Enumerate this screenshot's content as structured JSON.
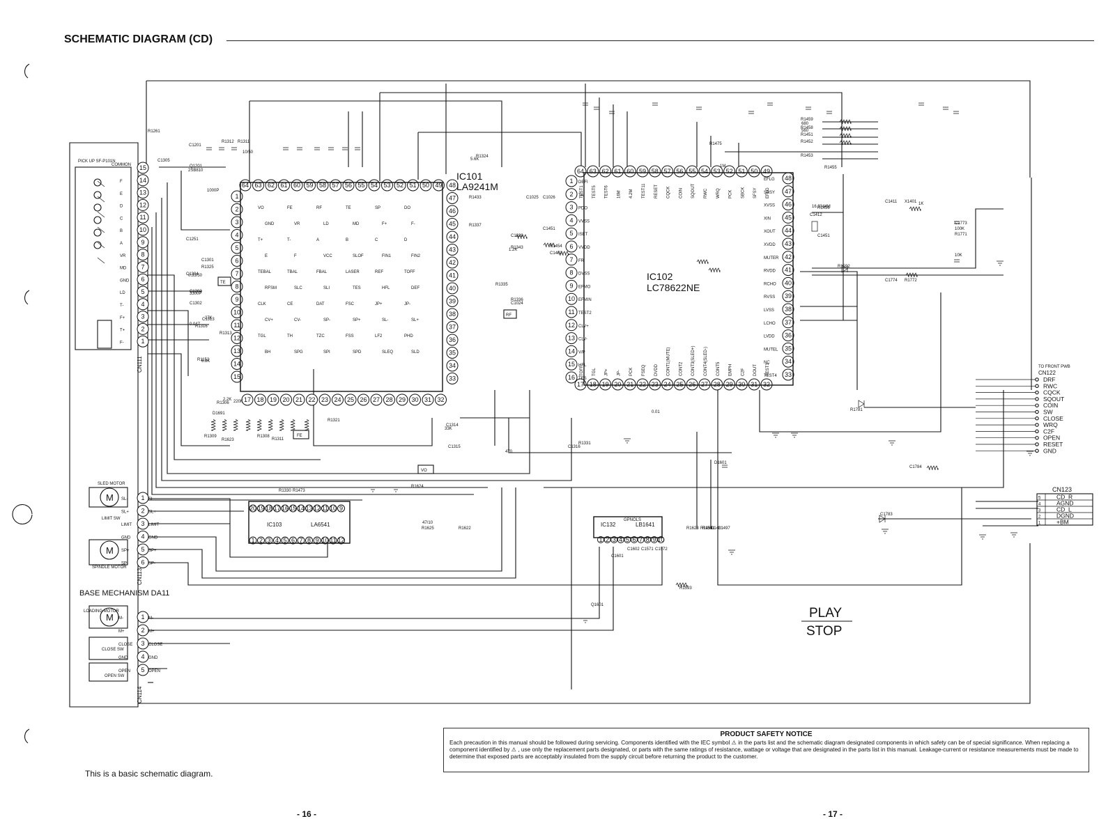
{
  "header": {
    "title": "SCHEMATIC DIAGRAM (CD)"
  },
  "ic101": {
    "ref": "IC101",
    "part": "LA9241M"
  },
  "ic102": {
    "ref": "IC102",
    "part": "LC78622NE"
  },
  "ic103": {
    "ref": "IC103",
    "part": "LA6541"
  },
  "ic132": {
    "ref": "IC132",
    "part": "LB1641",
    "note": "GPNOLS"
  },
  "pickup": {
    "label": "PICK UP SF-P101N",
    "common": "COMMON"
  },
  "cn111": {
    "ref": "CN111",
    "pins": [
      "15",
      "14",
      "13",
      "12",
      "11",
      "10",
      "9",
      "8",
      "7",
      "6",
      "5",
      "4",
      "3",
      "2",
      "1"
    ]
  },
  "cn113": {
    "ref": "CN113",
    "pins": [
      "1",
      "2",
      "3",
      "4",
      "5",
      "6"
    ],
    "labels": [
      "SL-",
      "SL+",
      "LIMIT",
      "GND",
      "SP+",
      "SP-"
    ]
  },
  "cn114": {
    "ref": "CN114",
    "pins": [
      "1",
      "2",
      "3",
      "4",
      "5"
    ],
    "labels": [
      "M-",
      "M+",
      "CLOSE",
      "GND",
      "OPEN"
    ]
  },
  "motors": {
    "sled": "SLED MOTOR",
    "limit": "LIMIT SW",
    "spindle": "SPINDLE MOTOR",
    "base": "BASE MECHANISM DA11",
    "loading": "LOADING MOTOR",
    "close_sw": "CLOSE SW",
    "open_sw": "OPEN SW"
  },
  "cn122": {
    "to": "TO FRONT PWB",
    "ref": "CN122",
    "pins": [
      "DRF",
      "RWC",
      "CQCK",
      "SQOUT",
      "COIN",
      "SW",
      "CLOSE",
      "WRQ",
      "C2F",
      "OPEN",
      "RESET",
      "GND"
    ]
  },
  "cn123": {
    "ref": "CN123",
    "rows": [
      {
        "n": "5",
        "name": "CD_R"
      },
      {
        "n": "4",
        "name": "AGND"
      },
      {
        "n": "3",
        "name": "CD_L"
      },
      {
        "n": "2",
        "name": "DGND"
      },
      {
        "n": "1",
        "name": "+BM"
      }
    ]
  },
  "ic101_pins_left": [
    "1",
    "2",
    "3",
    "4",
    "5",
    "6",
    "7",
    "8",
    "9",
    "10",
    "11",
    "12",
    "13",
    "14",
    "15"
  ],
  "ic101_pins_top": [
    "64",
    "63",
    "62",
    "61",
    "60",
    "59",
    "58",
    "57",
    "56",
    "55",
    "54",
    "53",
    "52",
    "51",
    "50",
    "49"
  ],
  "ic101_pins_bottom": [
    "17",
    "18",
    "19",
    "20",
    "21",
    "22",
    "23",
    "24",
    "25",
    "26",
    "27",
    "28",
    "29",
    "30",
    "31",
    "32"
  ],
  "ic101_pins_right": [
    "48",
    "47",
    "46",
    "45",
    "44",
    "43",
    "42",
    "41",
    "40",
    "39",
    "38",
    "37",
    "36",
    "35",
    "34",
    "33"
  ],
  "ic102_pins_left": [
    "1",
    "2",
    "3",
    "4",
    "5",
    "6",
    "7",
    "8",
    "9",
    "10",
    "11",
    "12",
    "13",
    "14",
    "15",
    "16"
  ],
  "ic102_left_names": [
    "DEFI",
    "TAI",
    "PDO",
    "VVSS",
    "ISET",
    "VVDD",
    "FR",
    "DVSS",
    "EFMO",
    "EFMIN",
    "TEST2",
    "CLV+",
    "CLV-",
    "V/P",
    "HFL",
    "TES"
  ],
  "ic102_pins_top": [
    "64",
    "63",
    "62",
    "61",
    "60",
    "59",
    "58",
    "57",
    "56",
    "55",
    "54",
    "53",
    "52",
    "51",
    "50",
    "49"
  ],
  "ic102_top_names": [
    "TEST1",
    "TEST5",
    "TEST6",
    "16M",
    "4.2M",
    "TEST11",
    "RESET",
    "CQCK",
    "COIN",
    "SQOUT",
    "RWC",
    "WRQ",
    "PCK",
    "SBCK",
    "SFSY",
    "EFLG"
  ],
  "ic102_pins_right": [
    "48",
    "47",
    "46",
    "45",
    "44",
    "43",
    "42",
    "41",
    "40",
    "39",
    "38",
    "37",
    "36",
    "35",
    "34",
    "33"
  ],
  "ic102_right_names": [
    "EFLG",
    "SBSY",
    "XVSS",
    "XIN",
    "XOUT",
    "XVDD",
    "MUTER",
    "RVDD",
    "RCHO",
    "RVSS",
    "LVSS",
    "LCHO",
    "LVDD",
    "MUTEL",
    "NC",
    "TEST4"
  ],
  "ic102_pins_bottom": [
    "17",
    "18",
    "19",
    "20",
    "21",
    "22",
    "23",
    "24",
    "25",
    "26",
    "27",
    "28",
    "29",
    "30",
    "31",
    "32"
  ],
  "ic102_bottom_names": [
    "TOFF",
    "TGL",
    "JP+",
    "JP-",
    "PCK",
    "FSEQ",
    "DVDD",
    "CONT1(MUTE)",
    "CONT2",
    "CONT3(SLED+)",
    "CONT4(SLED-)",
    "CONT5",
    "EMPH",
    "C2F",
    "DOUT",
    "TEST3"
  ],
  "ic103_pins_top": [
    "20",
    "19",
    "18",
    "17",
    "16",
    "15",
    "14",
    "13",
    "12",
    "11",
    "10",
    "9"
  ],
  "ic103_pins_bottom": [
    "1",
    "2",
    "3",
    "4",
    "5",
    "6",
    "7",
    "8",
    "9",
    "10",
    "11",
    "12"
  ],
  "ic132_pins": [
    "1",
    "2",
    "3",
    "4",
    "5",
    "6",
    "7",
    "8",
    "9",
    "10"
  ],
  "components": [
    "R1261",
    "C1305",
    "Q1201",
    "C1201",
    "R1312",
    "R1311",
    "C1251",
    "C1304",
    "C1303",
    "C1302",
    "C1301",
    "R1325",
    "R1324",
    "R1433",
    "R1337",
    "C1328",
    "R1343",
    "R1335",
    "R1336",
    "C1024",
    "C1025",
    "C1026",
    "C1451",
    "R1454",
    "C1452",
    "R1459",
    "R1458",
    "R1451",
    "R1452",
    "R1453",
    "R1475",
    "R1455",
    "R1456",
    "C1451",
    "C1412",
    "C1411",
    "X1401",
    "C1773",
    "R1771",
    "C1774",
    "R1772",
    "C1783",
    "R1781",
    "C1784",
    "D1601",
    "D1481",
    "R1491",
    "C1497",
    "R1623",
    "R1624",
    "R1625",
    "R1622",
    "Q1601",
    "C1601",
    "C1602",
    "C1571",
    "C1572",
    "R1591",
    "R1592",
    "R1593",
    "R1623",
    "D1691",
    "R1152",
    "C1313",
    "R1313",
    "R1316",
    "R1306",
    "R1309",
    "R1308",
    "R1311",
    "R1321",
    "C1314",
    "C1315",
    "C1316",
    "R1331",
    "R1330",
    "R1473"
  ],
  "values": [
    "1000P",
    "2SB810",
    "0.33/50",
    "10/50",
    "0.047",
    "220K",
    "27K",
    "6.8K",
    "2.2K",
    "3300P",
    "5.6K",
    "470",
    "33K",
    "0.01",
    "680",
    "560",
    "1M",
    "16.9344M",
    "1.2K",
    "100K",
    "1K",
    "10K",
    "47/10"
  ],
  "labels_misc": [
    "VO",
    "FE",
    "RF",
    "TE",
    "SP",
    "DO",
    "GND",
    "VR",
    "LD",
    "MD",
    "F+",
    "F-",
    "T+",
    "T-",
    "A",
    "B",
    "C",
    "D",
    "E",
    "F",
    "VCC",
    "SLOF",
    "FIN1",
    "FIN2",
    "TEBAL",
    "TBAL",
    "FBAL",
    "LASER",
    "REF",
    "TOFF",
    "RFSM",
    "SLC",
    "SLI",
    "TES",
    "HFL",
    "DEF",
    "CLK",
    "CE",
    "DAT",
    "FSC",
    "JP+",
    "JP-",
    "CV+",
    "CV-",
    "SP-",
    "SP+",
    "SL-",
    "SL+",
    "TGL",
    "TH",
    "TZC",
    "FSS",
    "LF2",
    "PHD",
    "BH",
    "SPG",
    "SPI",
    "SPD",
    "SLEQ",
    "SLD"
  ],
  "mode": {
    "line1": "PLAY",
    "line2": "STOP"
  },
  "notice": {
    "title": "PRODUCT SAFETY NOTICE",
    "body": "Each precaution in this manual should be followed during servicing. Components identified with the IEC symbol ⚠ in the parts list and the schematic diagram designated components in which safety can be of special significance. When replacing a component identified by ⚠ , use only the replacement parts designated, or parts with the same ratings of resistance, wattage or voltage that are designated in the parts list in this manual. Leakage-current or resistance measurements must be made to determine that exposed parts are acceptably insulated from the supply circuit before returning the product to the customer."
  },
  "footer": {
    "basic_note": "This is a basic schematic diagram.",
    "page_left": "- 16 -",
    "page_right": "- 17 -"
  }
}
